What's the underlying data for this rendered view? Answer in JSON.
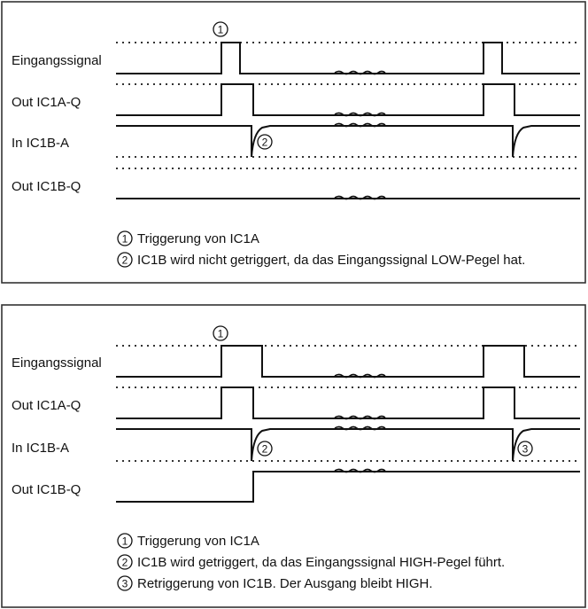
{
  "panels": [
    {
      "signal_labels": [
        "Eingangssignal",
        "Out IC1A-Q",
        "In IC1B-A",
        "Out IC1B-Q"
      ],
      "markers": [
        "1",
        "2"
      ],
      "legend": [
        {
          "num": "1",
          "text": "Triggerung von IC1A"
        },
        {
          "num": "2",
          "text": "IC1B wird nicht getriggert, da das Eingangssignal LOW-Pegel hat."
        }
      ]
    },
    {
      "signal_labels": [
        "Eingangssignal",
        "Out IC1A-Q",
        "In IC1B-A",
        "Out IC1B-Q"
      ],
      "markers": [
        "1",
        "2",
        "3"
      ],
      "legend": [
        {
          "num": "1",
          "text": "Triggerung von IC1A"
        },
        {
          "num": "2",
          "text": "IC1B wird getriggert, da das Eingangssignal HIGH-Pegel führt."
        },
        {
          "num": "3",
          "text": "Retriggerung von IC1B. Der Ausgang bleibt HIGH."
        }
      ]
    }
  ]
}
